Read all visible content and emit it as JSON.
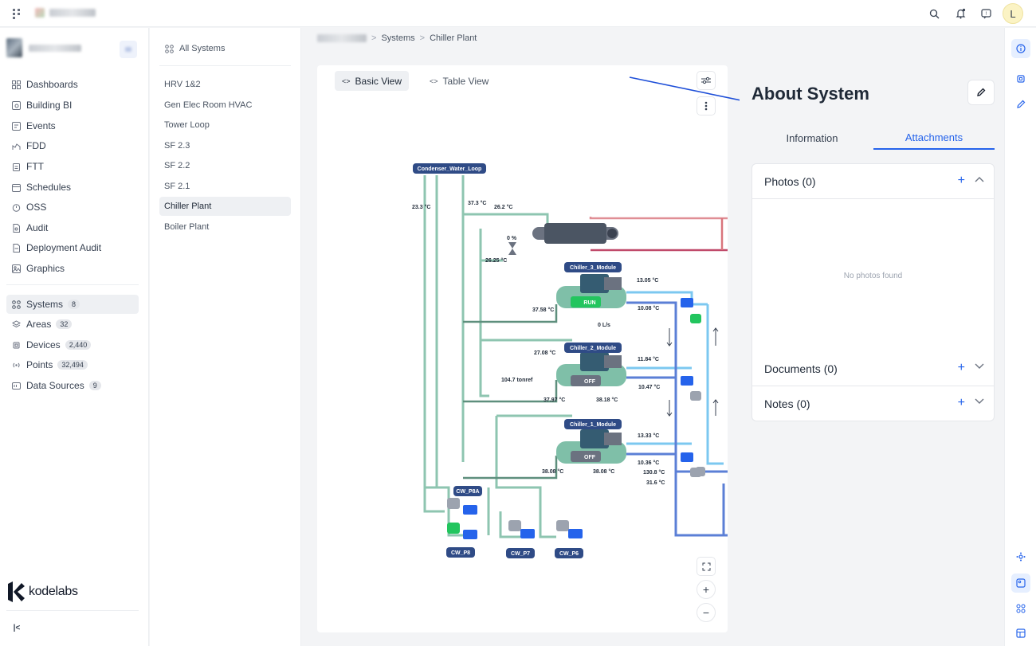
{
  "topbar": {
    "avatar_initial": "L"
  },
  "sidebar": {
    "items": [
      {
        "label": "Dashboards"
      },
      {
        "label": "Building BI"
      },
      {
        "label": "Events"
      },
      {
        "label": "FDD"
      },
      {
        "label": "FTT"
      },
      {
        "label": "Schedules"
      },
      {
        "label": "OSS"
      },
      {
        "label": "Audit"
      },
      {
        "label": "Deployment Audit"
      },
      {
        "label": "Graphics"
      }
    ],
    "data_items": [
      {
        "label": "Systems",
        "count": "8"
      },
      {
        "label": "Areas",
        "count": "32"
      },
      {
        "label": "Devices",
        "count": "2,440"
      },
      {
        "label": "Points",
        "count": "32,494"
      },
      {
        "label": "Data Sources",
        "count": "9"
      }
    ],
    "brand": "kodelabs",
    "collapse_glyph": "|<"
  },
  "systems": {
    "all_label": "All Systems",
    "items": [
      "HRV 1&2",
      "Gen Elec Room HVAC",
      "Tower Loop",
      "SF 2.3",
      "SF 2.2",
      "SF 2.1",
      "Chiller Plant",
      "Boiler Plant"
    ]
  },
  "breadcrumb": {
    "systems": "Systems",
    "current": "Chiller Plant"
  },
  "views": {
    "basic": "Basic View",
    "table": "Table View"
  },
  "diagram": {
    "loop_label": "Condenser_Water_Loop",
    "modules": [
      {
        "name": "Chiller_3_Module",
        "status": "RUN"
      },
      {
        "name": "Chiller_2_Module",
        "status": "OFF"
      },
      {
        "name": "Chiller_1_Module",
        "status": "OFF"
      }
    ],
    "pumps": [
      "CW_P8A",
      "CW_P8",
      "CW_P7",
      "CW_P6"
    ],
    "readings": {
      "t1": "23.3 °C",
      "t2": "37.3 °C",
      "t3": "26.2 °C",
      "valve": "0 %",
      "t4": "26.25 °C",
      "c3_in": "13.05 °C",
      "c3_out": "10.08 °C",
      "c3_cond": "37.58 °C",
      "flow": "0 L/s",
      "c2_in": "11.84 °C",
      "c2_out": "10.47 °C",
      "c2_cond_in": "27.08 °C",
      "tonnage": "104.7 tonref",
      "c2_a": "37.97 °C",
      "c2_b": "38.18 °C",
      "c1_in": "13.33 °C",
      "c1_out": "10.36 °C",
      "c1_a": "38.08 °C",
      "c1_b": "38.08 °C",
      "t_130": "130.8 °C",
      "t_31": "31.6 °C"
    }
  },
  "about": {
    "title": "About System",
    "tabs": {
      "information": "Information",
      "attachments": "Attachments"
    },
    "sections": [
      {
        "label": "Photos (0)"
      },
      {
        "label": "Documents (0)"
      },
      {
        "label": "Notes (0)"
      }
    ],
    "empty_text": "No photos found"
  },
  "colors": {
    "accent": "#2563eb",
    "pipe_green": "#8ec5b0",
    "pipe_blue": "#5b7fd6",
    "pipe_light": "#7cc8f0",
    "pipe_red": "#d9747c"
  }
}
